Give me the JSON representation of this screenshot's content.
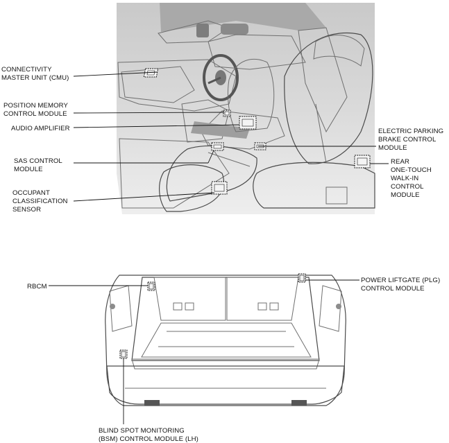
{
  "cabin_labels": {
    "cmu": [
      "CONNECTIVITY",
      "MASTER UNIT (CMU)"
    ],
    "position_memory": [
      "POSITION MEMORY",
      "CONTROL MODULE"
    ],
    "audio_amp": [
      "AUDIO AMPLIFIER"
    ],
    "sas": [
      "SAS CONTROL",
      "MODULE"
    ],
    "occupant": [
      "OCCUPANT",
      "CLASSIFICATION",
      "SENSOR"
    ],
    "epb": [
      "ELECTRIC PARKING",
      "BRAKE CONTROL",
      "MODULE"
    ],
    "rear_walkin": [
      "REAR",
      "ONE-TOUCH",
      "WALK-IN",
      "CONTROL",
      "MODULE"
    ]
  },
  "rear_labels": {
    "rbcm": [
      "RBCM"
    ],
    "plg": [
      "POWER LIFTGATE (PLG)",
      "CONTROL MODULE"
    ],
    "bsm": [
      "BLIND SPOT MONITORING",
      "(BSM) CONTROL MODULE (LH)"
    ]
  }
}
